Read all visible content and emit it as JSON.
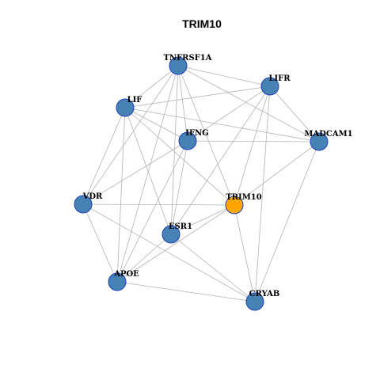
{
  "title": "TRIM10",
  "colors": {
    "node_default": "#4682b4",
    "node_highlight": "#ffa500",
    "node_border": "#1f3fb8",
    "edge": "#b3b3b3"
  },
  "nodes": [
    {
      "id": "TNFRSF1A",
      "label": "TNFRSF1A",
      "highlight": false
    },
    {
      "id": "LIFR",
      "label": "LIFR",
      "highlight": false
    },
    {
      "id": "LIF",
      "label": "LIF",
      "highlight": false
    },
    {
      "id": "IFNG",
      "label": "IFNG",
      "highlight": false
    },
    {
      "id": "MADCAM1",
      "label": "MADCAM1",
      "highlight": false
    },
    {
      "id": "VDR",
      "label": "VDR",
      "highlight": false
    },
    {
      "id": "TRIM10",
      "label": "TRIM10",
      "highlight": true
    },
    {
      "id": "ESR1",
      "label": "ESR1",
      "highlight": false
    },
    {
      "id": "APOE",
      "label": "APOE",
      "highlight": false
    },
    {
      "id": "CRYAB",
      "label": "CRYAB",
      "highlight": false
    }
  ],
  "edges": [
    [
      "TNFRSF1A",
      "LIFR"
    ],
    [
      "TNFRSF1A",
      "LIF"
    ],
    [
      "TNFRSF1A",
      "IFNG"
    ],
    [
      "TNFRSF1A",
      "MADCAM1"
    ],
    [
      "TNFRSF1A",
      "VDR"
    ],
    [
      "TNFRSF1A",
      "TRIM10"
    ],
    [
      "TNFRSF1A",
      "ESR1"
    ],
    [
      "TNFRSF1A",
      "APOE"
    ],
    [
      "LIFR",
      "LIF"
    ],
    [
      "LIFR",
      "MADCAM1"
    ],
    [
      "LIFR",
      "IFNG"
    ],
    [
      "LIFR",
      "TRIM10"
    ],
    [
      "LIFR",
      "ESR1"
    ],
    [
      "LIFR",
      "CRYAB"
    ],
    [
      "LIF",
      "IFNG"
    ],
    [
      "LIF",
      "MADCAM1"
    ],
    [
      "LIF",
      "VDR"
    ],
    [
      "LIF",
      "TRIM10"
    ],
    [
      "LIF",
      "ESR1"
    ],
    [
      "LIF",
      "APOE"
    ],
    [
      "IFNG",
      "MADCAM1"
    ],
    [
      "IFNG",
      "VDR"
    ],
    [
      "IFNG",
      "ESR1"
    ],
    [
      "IFNG",
      "APOE"
    ],
    [
      "MADCAM1",
      "TRIM10"
    ],
    [
      "MADCAM1",
      "CRYAB"
    ],
    [
      "VDR",
      "TRIM10"
    ],
    [
      "VDR",
      "APOE"
    ],
    [
      "VDR",
      "CRYAB"
    ],
    [
      "TRIM10",
      "ESR1"
    ],
    [
      "TRIM10",
      "APOE"
    ],
    [
      "TRIM10",
      "CRYAB"
    ],
    [
      "ESR1",
      "APOE"
    ],
    [
      "ESR1",
      "CRYAB"
    ],
    [
      "APOE",
      "CRYAB"
    ]
  ]
}
